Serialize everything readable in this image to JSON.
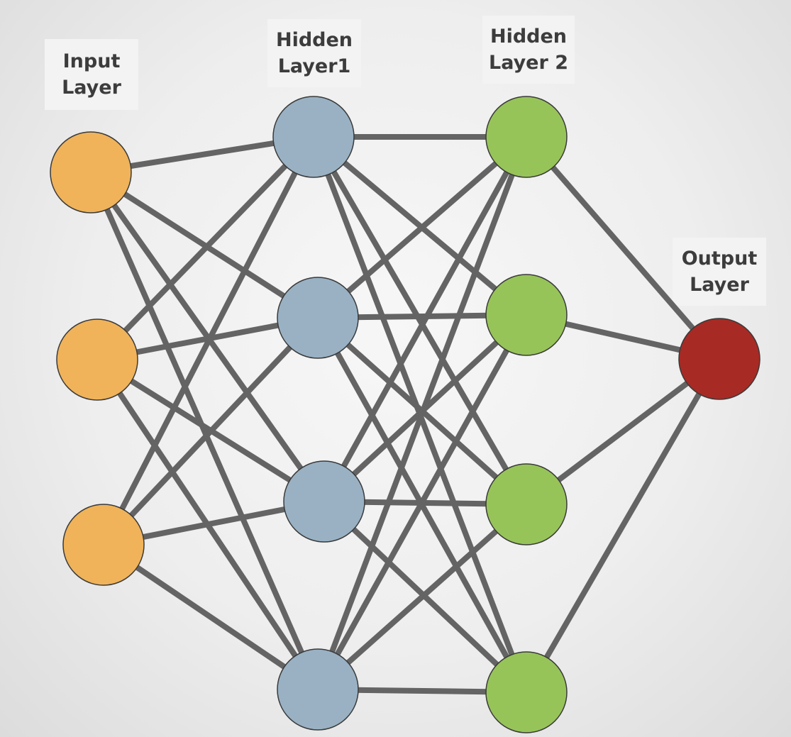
{
  "labels": {
    "input": {
      "line1": "Input",
      "line2": "Layer"
    },
    "hidden1": {
      "line1": "Hidden",
      "line2": "Layer1"
    },
    "hidden2": {
      "line1": "Hidden",
      "line2": "Layer 2"
    },
    "output": {
      "line1": "Output",
      "line2": "Layer"
    }
  },
  "layers": [
    {
      "id": "input",
      "count": 3,
      "color": "#f0b35a"
    },
    {
      "id": "hidden1",
      "count": 4,
      "color": "#99b1c3"
    },
    {
      "id": "hidden2",
      "count": 4,
      "color": "#97c459"
    },
    {
      "id": "output",
      "count": 1,
      "color": "#a82a24"
    }
  ],
  "colors": {
    "edge": "#646464",
    "node_stroke": "#3a3a3a"
  }
}
